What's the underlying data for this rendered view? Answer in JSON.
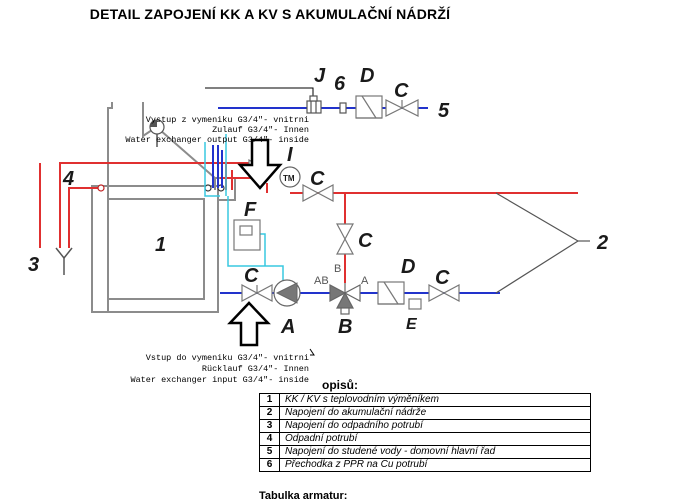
{
  "title": "DETAIL ZAPOJENÍ KK A KV S AKUMULAČNÍ NÁDRŽÍ",
  "labels": {
    "j": "J",
    "six": "6",
    "d_top": "D",
    "c_top": "C",
    "five": "5",
    "i": "I",
    "tm": "TM",
    "c_mid": "C",
    "four": "4",
    "one": "1",
    "three": "3",
    "two": "2",
    "f": "F",
    "c_vert": "C",
    "c_left": "C",
    "a": "A",
    "ab": "AB",
    "b_top": "B",
    "a_small": "A",
    "b_bottom": "B",
    "d_bottom": "D",
    "e": "E",
    "c_right": "C"
  },
  "notes": {
    "top": [
      "Vystup z vymeniku G3/4\"- vnitrni",
      "Zulauf G3/4\"- Innen",
      "Water exchanger output G3/4\"- inside"
    ],
    "bottom": [
      "Vstup do vymeniku G3/4\"- vnitrni",
      "Rücklauf G3/4\"- Innen",
      "Water exchanger input G3/4\"- inside"
    ]
  },
  "legend": {
    "heading": "opisů:",
    "rows": [
      {
        "num": "1",
        "text": "KK / KV s teplovodním výměníkem"
      },
      {
        "num": "2",
        "text": "Napojení do akumulační nádrže"
      },
      {
        "num": "3",
        "text": "Napojení do odpadního potrubí"
      },
      {
        "num": "4",
        "text": "Odpadní potrubí"
      },
      {
        "num": "5",
        "text": "Napojení do studené vody - domovní hlavní řad"
      },
      {
        "num": "6",
        "text": "Přechodka z PPR na Cu potrubí"
      }
    ]
  },
  "table2_heading": "Tabulka armatur:",
  "colors": {
    "hot": "#e03030",
    "cold": "#2233cc",
    "cyan": "#38c8e0",
    "gray": "#8c8c8c"
  }
}
